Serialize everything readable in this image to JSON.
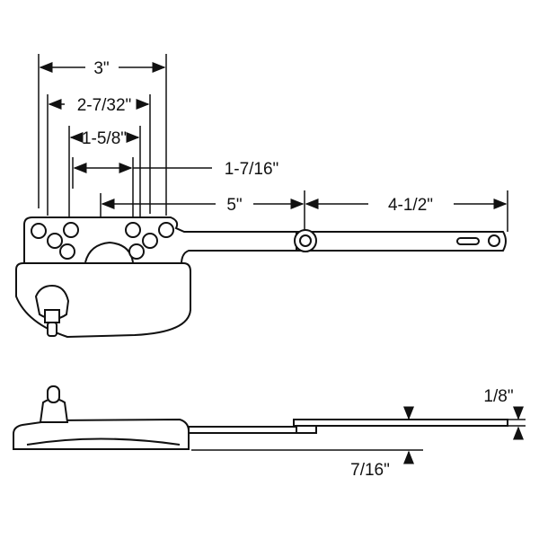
{
  "title": "Window operator dimension diagram",
  "dimensions": {
    "overall_hole_span": "3\"",
    "hole_span_2": "2-7/32\"",
    "hole_span_3": "1-5/8\"",
    "hole_span_4": "1-7/16\"",
    "arm_length": "5\"",
    "link_length": "4-1/2\"",
    "link_thickness": "1/8\"",
    "arm_height": "7/16\""
  },
  "colors": {
    "line": "#111111",
    "background": "#ffffff"
  }
}
